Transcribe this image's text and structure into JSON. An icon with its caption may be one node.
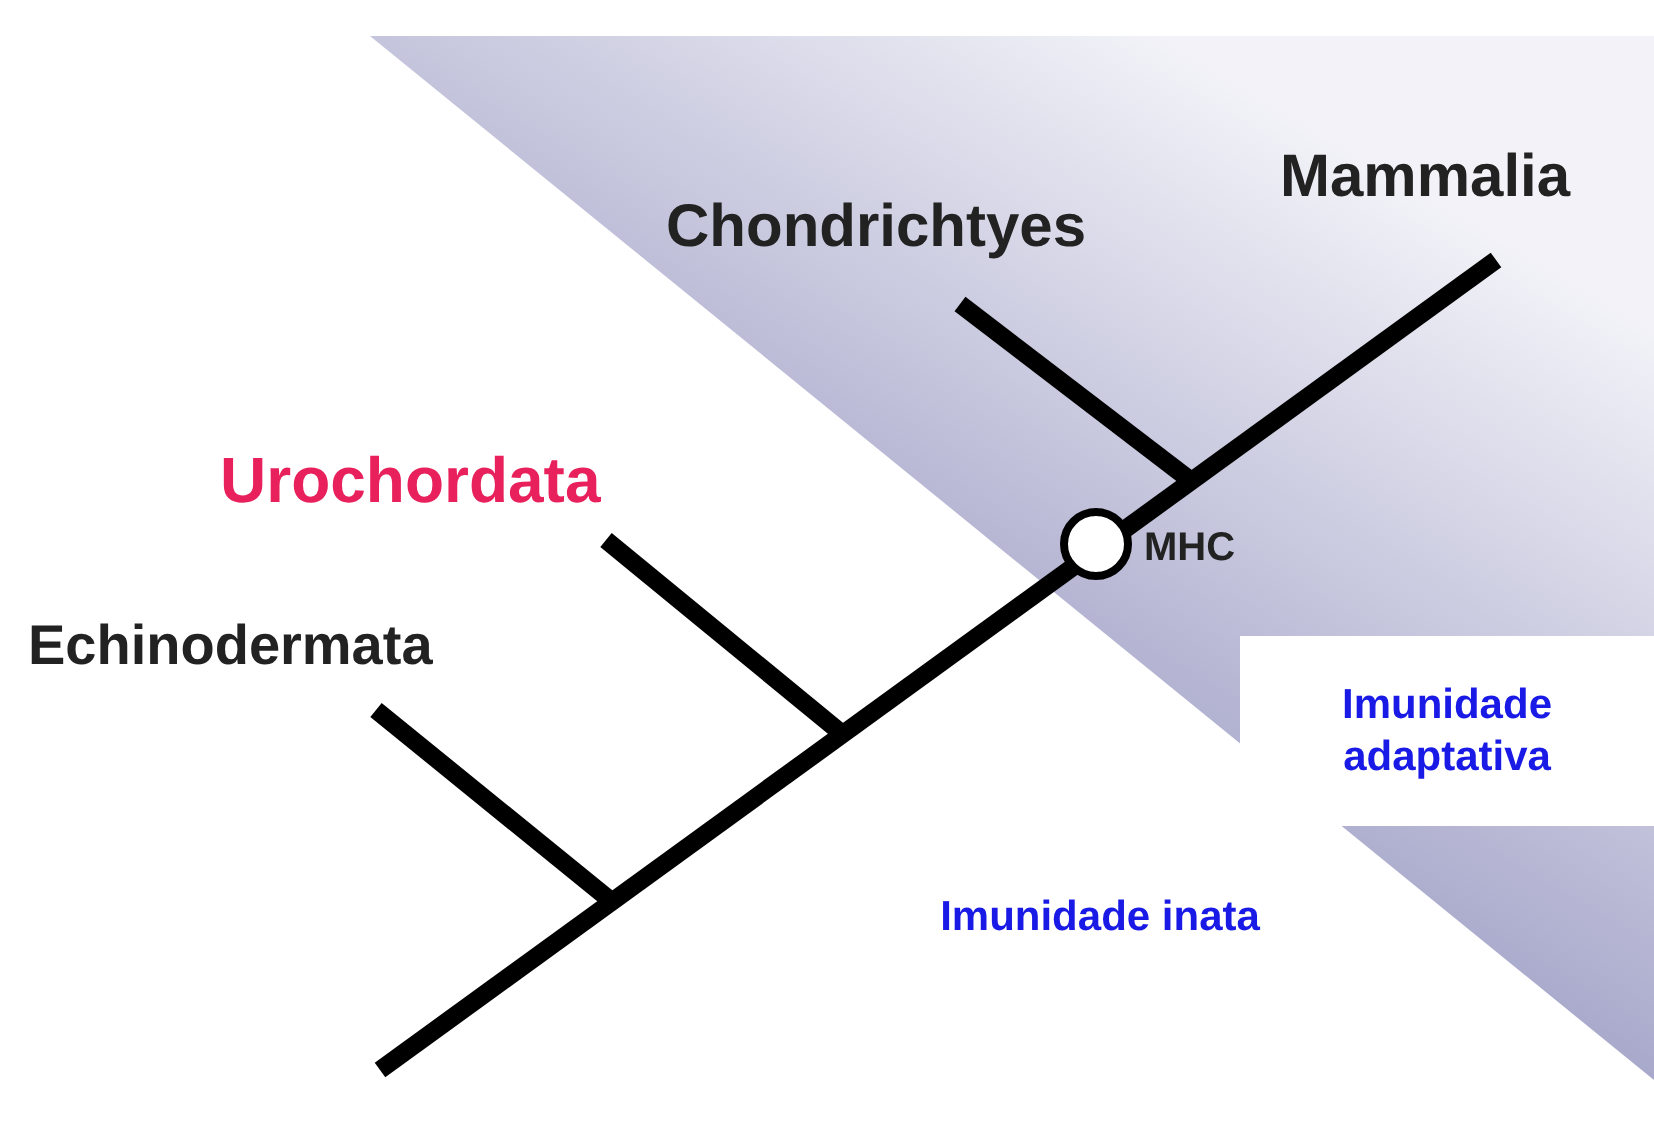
{
  "diagram": {
    "nodes": [
      {
        "text": [
          "Imunidade adaptativa"
        ]
      }
    ],
    "labels": [
      "Mammalia",
      "Chondrichtyes",
      "Urochordata",
      "MHC",
      "Echinodermata",
      "Imunidade inata"
    ]
  }
}
